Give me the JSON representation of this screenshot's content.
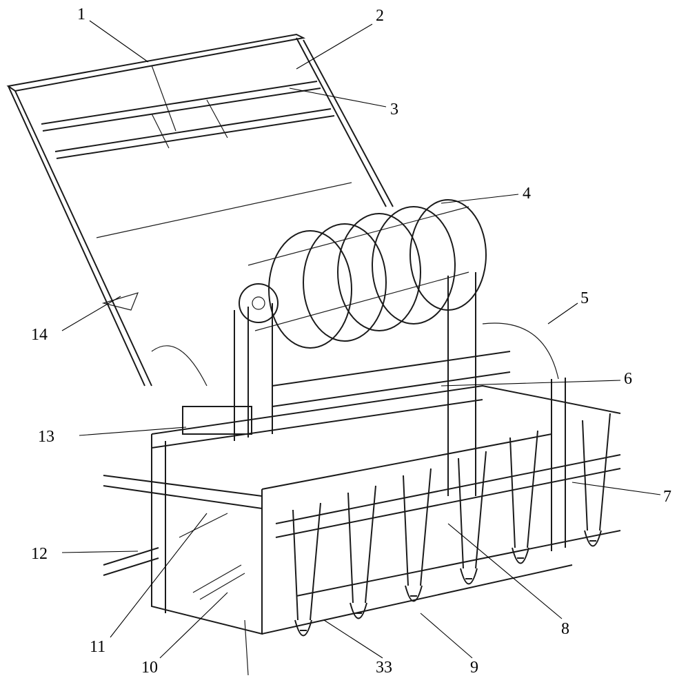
{
  "figure": {
    "labels": [
      "1",
      "2",
      "3",
      "4",
      "5",
      "6",
      "7",
      "8",
      "9",
      "10",
      "11",
      "12",
      "13",
      "14",
      "33"
    ]
  }
}
